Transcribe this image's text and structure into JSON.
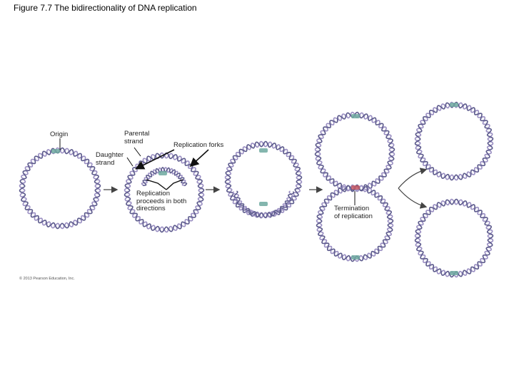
{
  "figure": {
    "title": "Figure 7.7  The bidirectionality of DNA replication",
    "copyright": "© 2013 Pearson Education, Inc."
  },
  "labels": {
    "origin": "Origin",
    "parental_strand": "Parental\nstrand",
    "daughter_strand": "Daughter\nstrand",
    "replication_forks": "Replication forks",
    "replication_proceeds": "Replication\nproceeds in both\ndirections",
    "termination": "Termination\nof replication"
  },
  "colors": {
    "outer_strand": "#9a8fc2",
    "inner_strand": "#5c5a8c",
    "rung": "#b5b0d0",
    "origin_marker": "#6fa9a0",
    "termination_marker": "#c55b64",
    "arrow": "#444444",
    "pointer": "#111111"
  }
}
